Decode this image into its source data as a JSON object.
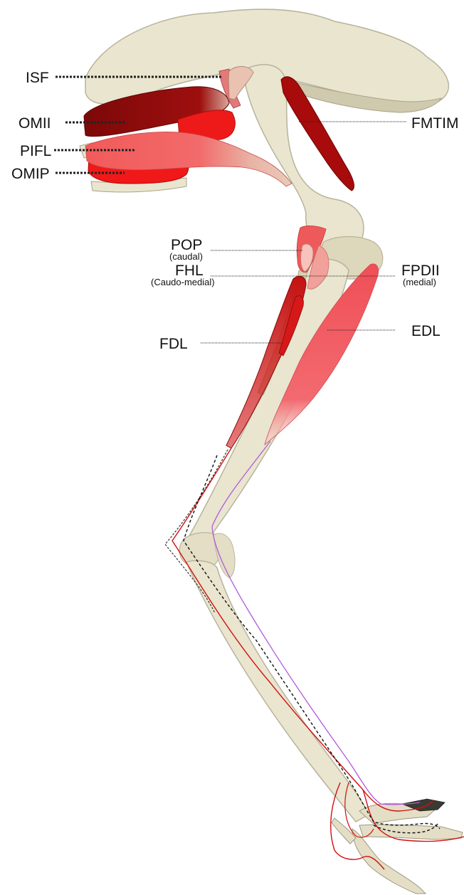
{
  "labels": {
    "isf": "ISF",
    "omii": "OMII",
    "pifl": "PIFL",
    "omip": "OMIP",
    "fmtim": "FMTIM",
    "pop": "POP",
    "pop_sub": "(caudal)",
    "fhl": "FHL",
    "fhl_sub": "(Caudo-medial)",
    "fpdii": "FPDII",
    "fpdii_sub": "(medial)",
    "fdl": "FDL",
    "edl": "EDL"
  },
  "colors": {
    "bone": "#e9e5cf",
    "bone_shade": "#c9c4a8",
    "muscle_dark": "#8e0a0a",
    "muscle_mid": "#b51212",
    "muscle_red": "#ee1a1a",
    "muscle_light": "#f36060",
    "muscle_pale": "#e8a59c",
    "tendon_red": "#d11111",
    "tendon_purple": "#b35ad8",
    "leader": "#222222"
  }
}
